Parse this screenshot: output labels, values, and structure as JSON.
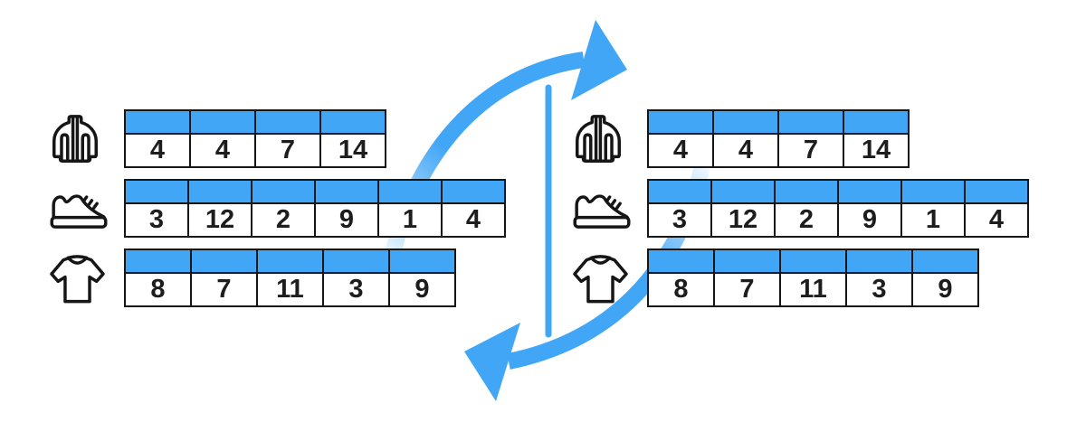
{
  "title": "table-sync-diagram",
  "colors": {
    "accent": "#41a6f6",
    "ink": "#161616",
    "number": "#1d1d1d",
    "background": "#ffffff"
  },
  "sync": {
    "divider": "vertical-line",
    "top_arrow_direction": "right",
    "bottom_arrow_direction": "left",
    "rotation": "clockwise"
  },
  "left_panel": {
    "rows": [
      {
        "icon": "jacket-icon",
        "item": "jacket",
        "columns": 4,
        "values": [
          "4",
          "4",
          "7",
          "14"
        ]
      },
      {
        "icon": "sneaker-icon",
        "item": "sneaker",
        "columns": 6,
        "values": [
          "3",
          "12",
          "2",
          "9",
          "1",
          "4"
        ]
      },
      {
        "icon": "tshirt-icon",
        "item": "t-shirt",
        "columns": 5,
        "values": [
          "8",
          "7",
          "11",
          "3",
          "9"
        ]
      }
    ]
  },
  "right_panel": {
    "rows": [
      {
        "icon": "jacket-icon",
        "item": "jacket",
        "columns": 4,
        "values": [
          "4",
          "4",
          "7",
          "14"
        ]
      },
      {
        "icon": "sneaker-icon",
        "item": "sneaker",
        "columns": 6,
        "values": [
          "3",
          "12",
          "2",
          "9",
          "1",
          "4"
        ]
      },
      {
        "icon": "tshirt-icon",
        "item": "t-shirt",
        "columns": 5,
        "values": [
          "8",
          "7",
          "11",
          "3",
          "9"
        ]
      }
    ]
  }
}
